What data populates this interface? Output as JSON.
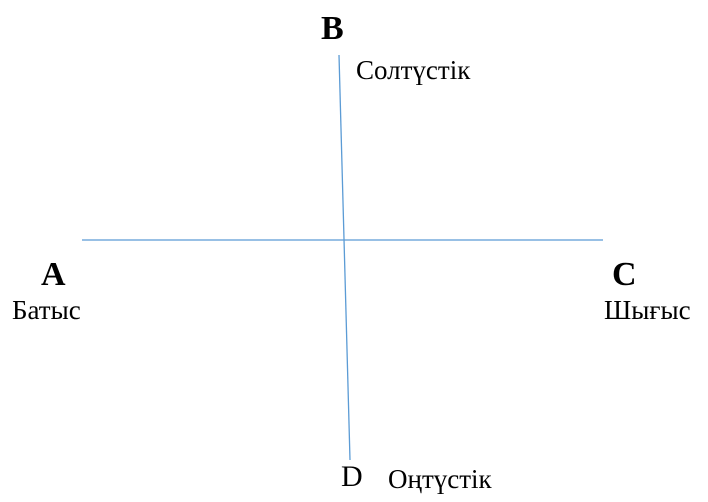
{
  "diagram": {
    "line_color": "#5b9bd5",
    "labels": {
      "north_letter": "B",
      "north_word": "Солтүстік",
      "west_letter": "A",
      "west_word": "Батыс",
      "east_letter": "C",
      "east_word": "Шығыс",
      "south_letter": "D",
      "south_word": "Оңтүстік"
    }
  }
}
